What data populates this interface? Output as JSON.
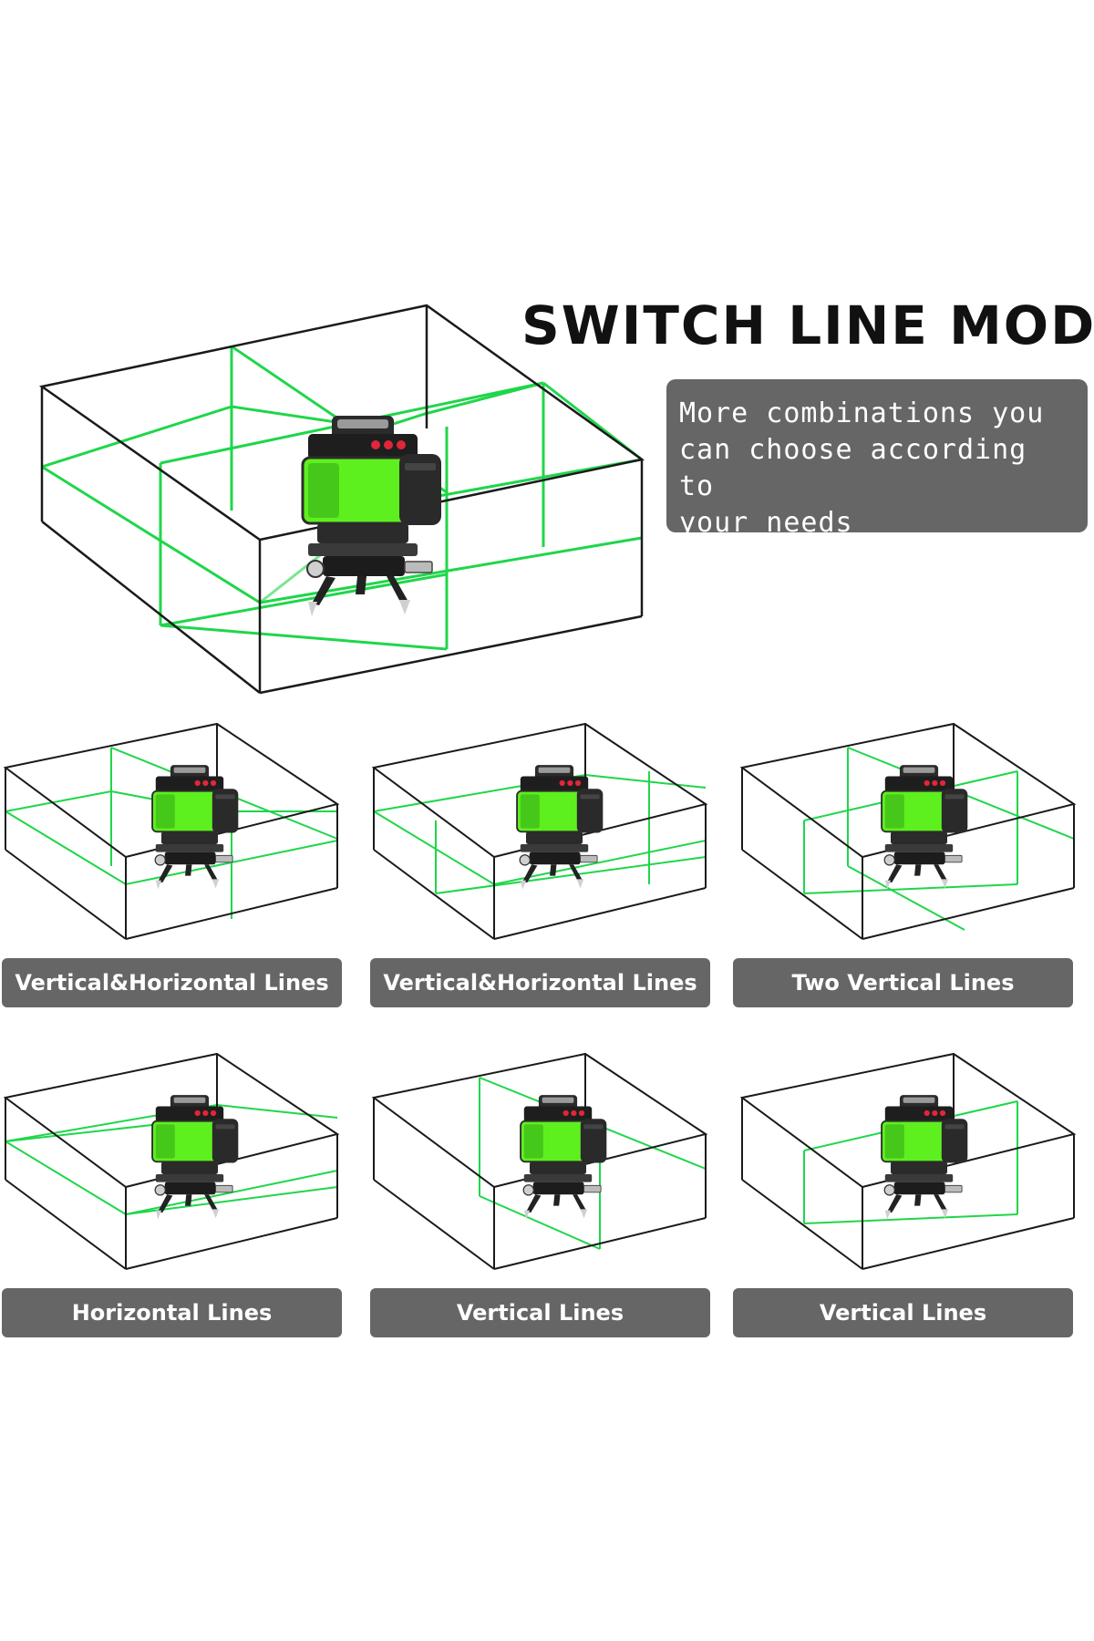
{
  "heading": {
    "title": "SWITCH LINE MODE",
    "description": "More combinations you\ncan choose according to\nyour needs"
  },
  "colors": {
    "laser_green": "#1fd64a",
    "device_green": "#5ef01e",
    "label_bg": "#666666"
  },
  "modes": [
    {
      "label": "Vertical&Horizontal Lines"
    },
    {
      "label": "Vertical&Horizontal Lines"
    },
    {
      "label": "Two Vertical Lines"
    },
    {
      "label": "Horizontal Lines"
    },
    {
      "label": "Vertical Lines"
    },
    {
      "label": "Vertical Lines"
    }
  ]
}
